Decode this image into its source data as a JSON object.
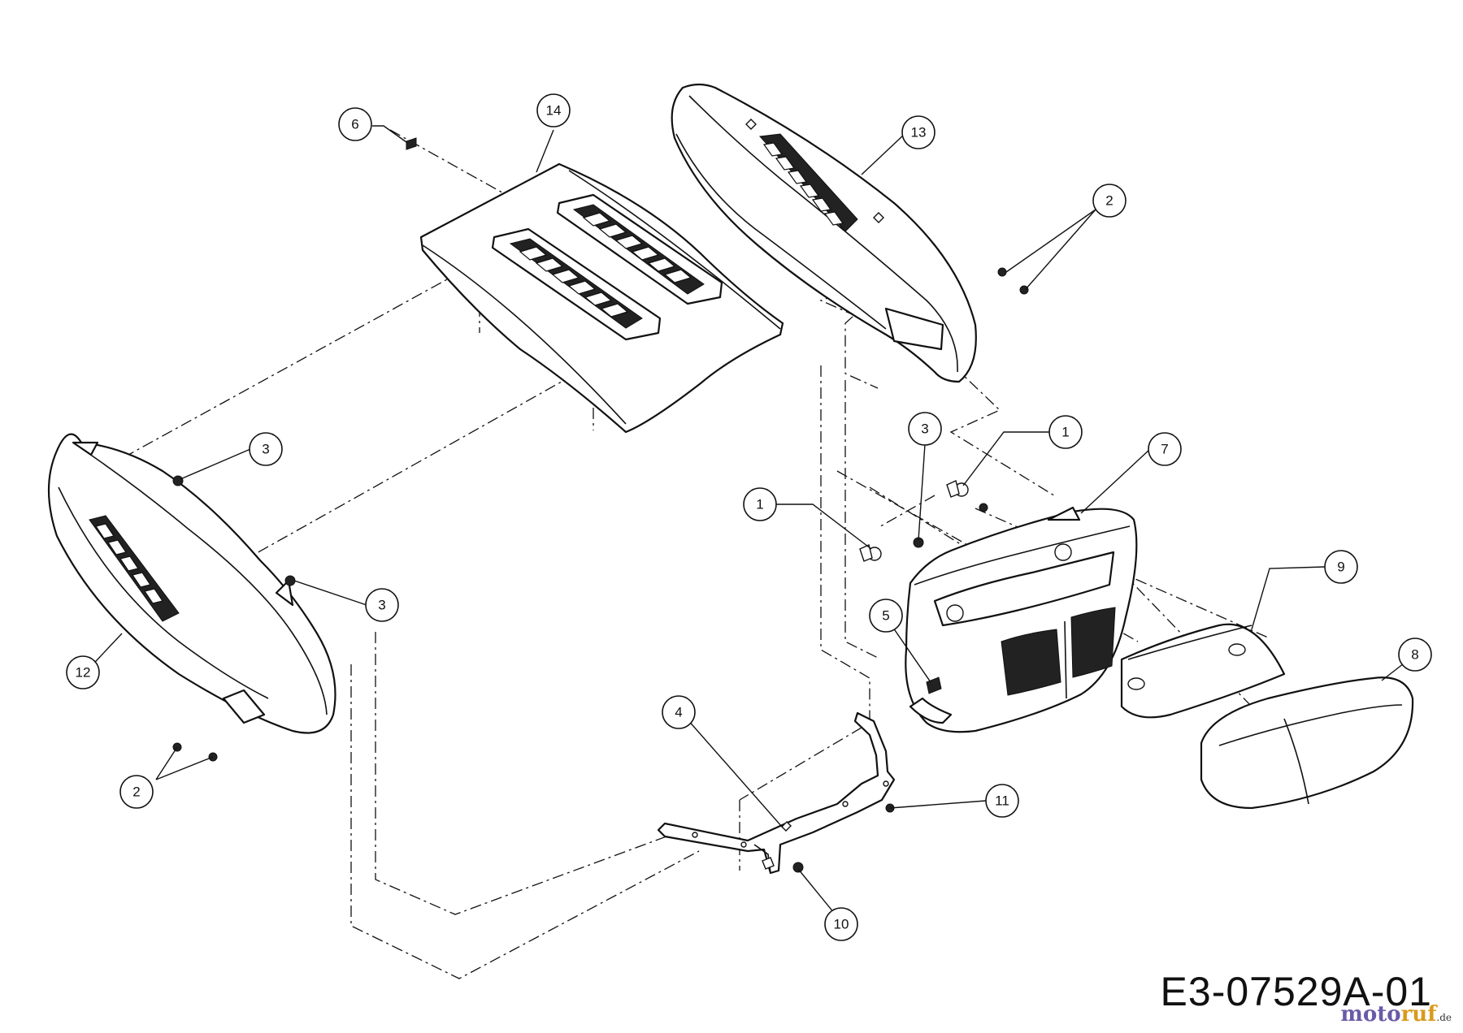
{
  "diagram": {
    "drawing_number": "E3-07529A-01",
    "watermark": {
      "part1": "moto",
      "part2": "ruf",
      "part3": ".de"
    },
    "callouts": [
      {
        "id": "c14",
        "label": "14"
      },
      {
        "id": "c6",
        "label": "6"
      },
      {
        "id": "c13",
        "label": "13"
      },
      {
        "id": "c2a",
        "label": "2"
      },
      {
        "id": "c3a",
        "label": "3"
      },
      {
        "id": "c3b",
        "label": "3"
      },
      {
        "id": "c3c",
        "label": "3"
      },
      {
        "id": "c1a",
        "label": "1"
      },
      {
        "id": "c1b",
        "label": "1"
      },
      {
        "id": "c7",
        "label": "7"
      },
      {
        "id": "c9",
        "label": "9"
      },
      {
        "id": "c8",
        "label": "8"
      },
      {
        "id": "c5",
        "label": "5"
      },
      {
        "id": "c12",
        "label": "12"
      },
      {
        "id": "c2b",
        "label": "2"
      },
      {
        "id": "c4",
        "label": "4"
      },
      {
        "id": "c11",
        "label": "11"
      },
      {
        "id": "c10",
        "label": "10"
      }
    ]
  }
}
